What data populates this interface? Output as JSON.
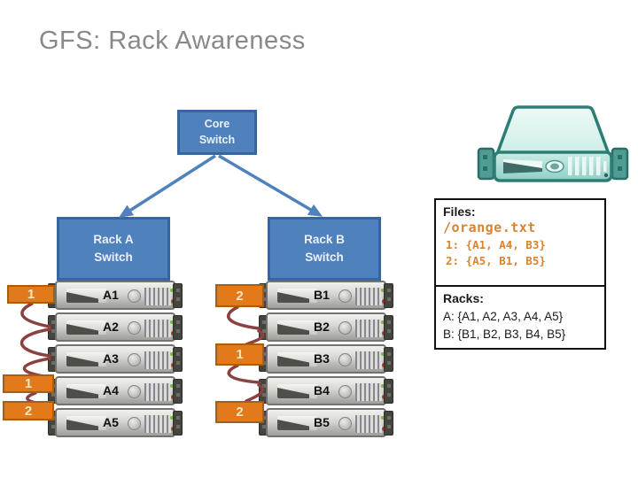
{
  "title": "GFS: Rack Awareness",
  "core_switch": {
    "label": "Core Switch"
  },
  "rack_a": {
    "switch_label": "Rack A Switch",
    "servers": [
      "A1",
      "A2",
      "A3",
      "A4",
      "A5"
    ]
  },
  "rack_b": {
    "switch_label": "Rack B Switch",
    "servers": [
      "B1",
      "B2",
      "B3",
      "B4",
      "B5"
    ]
  },
  "replica_labels": {
    "a1": "1",
    "a4": "1",
    "a5": "2",
    "b1": "2",
    "b3": "1",
    "b5": "2"
  },
  "files_panel": {
    "files_heading": "Files:",
    "filename": "/orange.txt",
    "chunk_lines": [
      "1: {A1, A4, B3}",
      "2: {A5, B1, B5}"
    ],
    "racks_heading": "Racks:",
    "rack_lines": [
      "A: {A1, A2, A3, A4, A5}",
      "B: {B1, B2, B3, B4, B5}"
    ]
  },
  "colors": {
    "switch_blue": "#4f81bd",
    "switch_border": "#37669e",
    "switch_text": "#eaf0f8",
    "orange_fill": "#e2791a",
    "orange_border": "#aa5c0f",
    "orange_label_text": "#f3e6c0",
    "orange_text": "#d9832f",
    "cable": "#8a4140",
    "title_gray": "#898989",
    "led_green": "#79b93f",
    "led_red": "#b33527",
    "teal_dark": "#2e7d74"
  }
}
